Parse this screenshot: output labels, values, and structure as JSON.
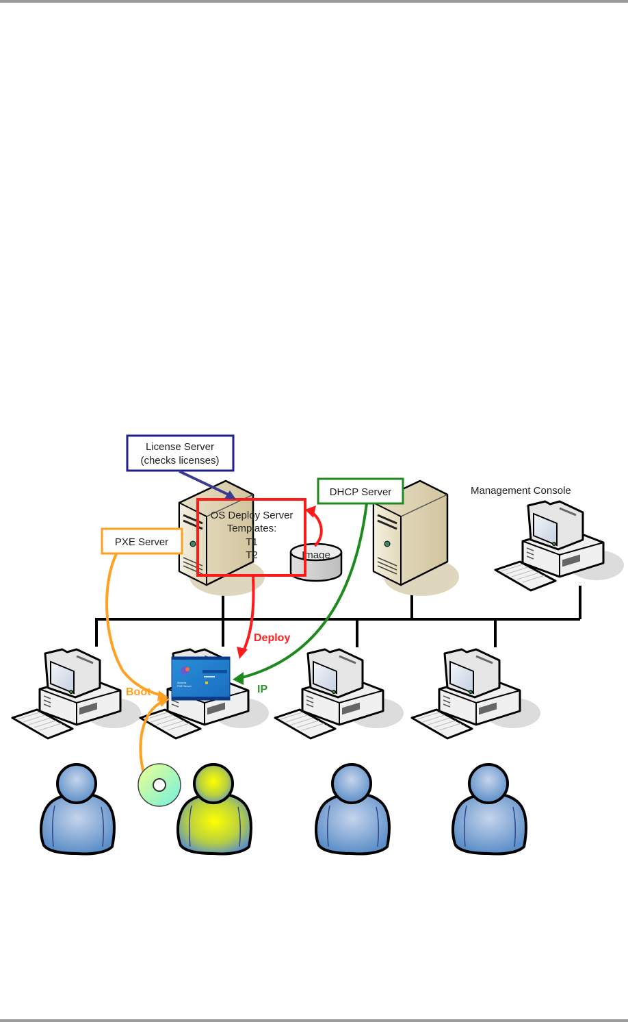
{
  "diagram": {
    "labels": {
      "license_server": [
        "License Server",
        "(checks licenses)"
      ],
      "os_deploy_server": [
        "OS Deploy Server",
        "Templates:",
        "T1",
        "T2"
      ],
      "image": "Image",
      "dhcp_server": "DHCP Server",
      "pxe_server": "PXE Server",
      "management_console": "Management Console",
      "deploy": "Deploy",
      "ip": "IP",
      "boot": "Boot"
    },
    "pxe_screen": {
      "title_line1": "Acronis",
      "title_line2": "PXE Server"
    },
    "colors": {
      "license": "#1e1e8c",
      "deploy": "#ff1a1a",
      "dhcp": "#1e8a1e",
      "pxe": "#ffa020",
      "network": "#000000",
      "page_rule": "#9b9b9b"
    }
  }
}
